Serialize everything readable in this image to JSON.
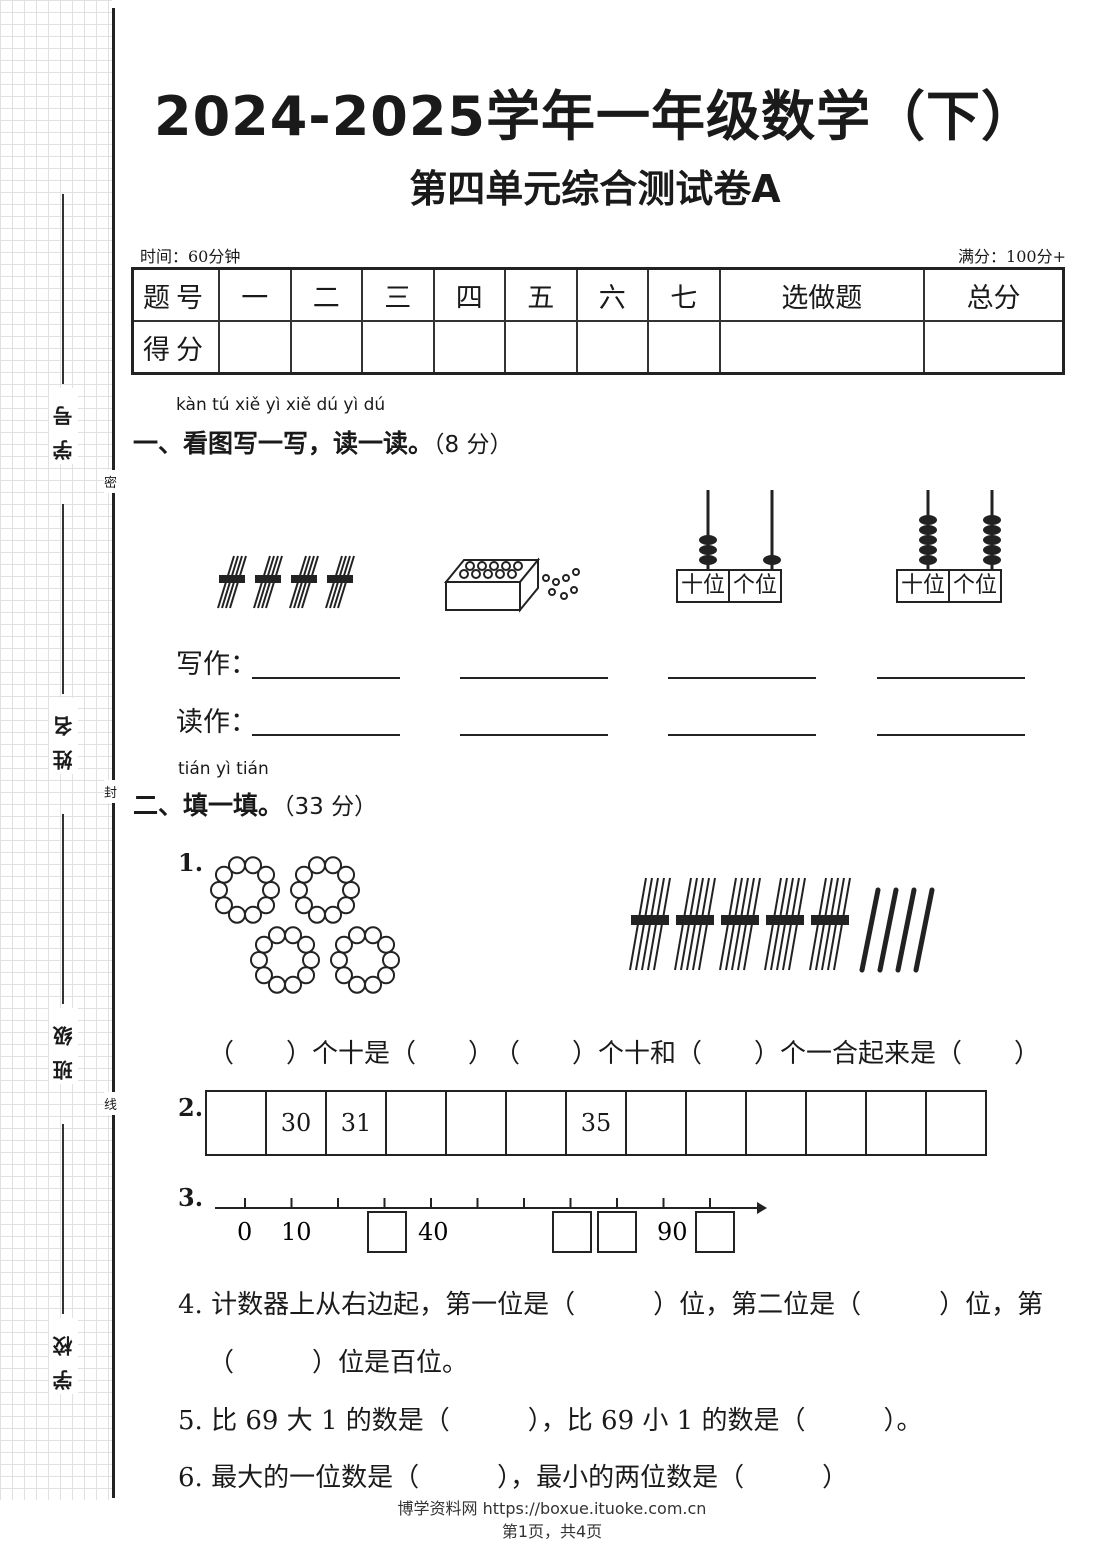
{
  "header": {
    "title": "2024-2025学年一年级数学（下）",
    "subtitle": "第四单元综合测试卷A",
    "time": "时间：60分钟",
    "full_score": "满分：100分+"
  },
  "binding": {
    "fields": [
      "学号",
      "姓名",
      "班级",
      "学校"
    ],
    "seal_chars": [
      "密",
      "封",
      "线"
    ]
  },
  "score_table": {
    "row1_label": "题号",
    "columns": [
      "一",
      "二",
      "三",
      "四",
      "五",
      "六",
      "七",
      "选做题",
      "总分"
    ],
    "row2_label": "得分"
  },
  "section1": {
    "pinyin": "kàn tú xiě yì xiě   dú yì dú",
    "heading": "一、看图写一写，读一读。",
    "points": "（8 分）",
    "place_tens": "十位",
    "place_ones": "个位",
    "write_label": "写作：",
    "read_label": "读作："
  },
  "section2": {
    "pinyin": "tián yì tián",
    "heading": "二、填一填。",
    "points": "（33 分）",
    "q1_num": "1.",
    "q1_text": "（　　）个十是（　　）　（　　）个十和（　　）个一合起来是（　　）",
    "q2_num": "2.",
    "q2_cells": [
      "",
      "30",
      "31",
      "",
      "",
      "",
      "35",
      "",
      "",
      "",
      "",
      "",
      ""
    ],
    "q3_num": "3.",
    "q3_labels": [
      "0",
      "10",
      "40",
      "90"
    ],
    "q4_line1": "4. 计数器上从右边起，第一位是（　　　）位，第二位是（　　　）位，第",
    "q4_line2": "（　　　）位是百位。",
    "q5": "5. 比 69 大 1 的数是（　　　），比 69 小 1 的数是（　　　）。",
    "q6": "6. 最大的一位数是（　　　），最小的两位数是（　　　）"
  },
  "footer": {
    "site": "博学资料网 https://boxue.ituoke.com.cn",
    "page": "第1页，共4页"
  }
}
